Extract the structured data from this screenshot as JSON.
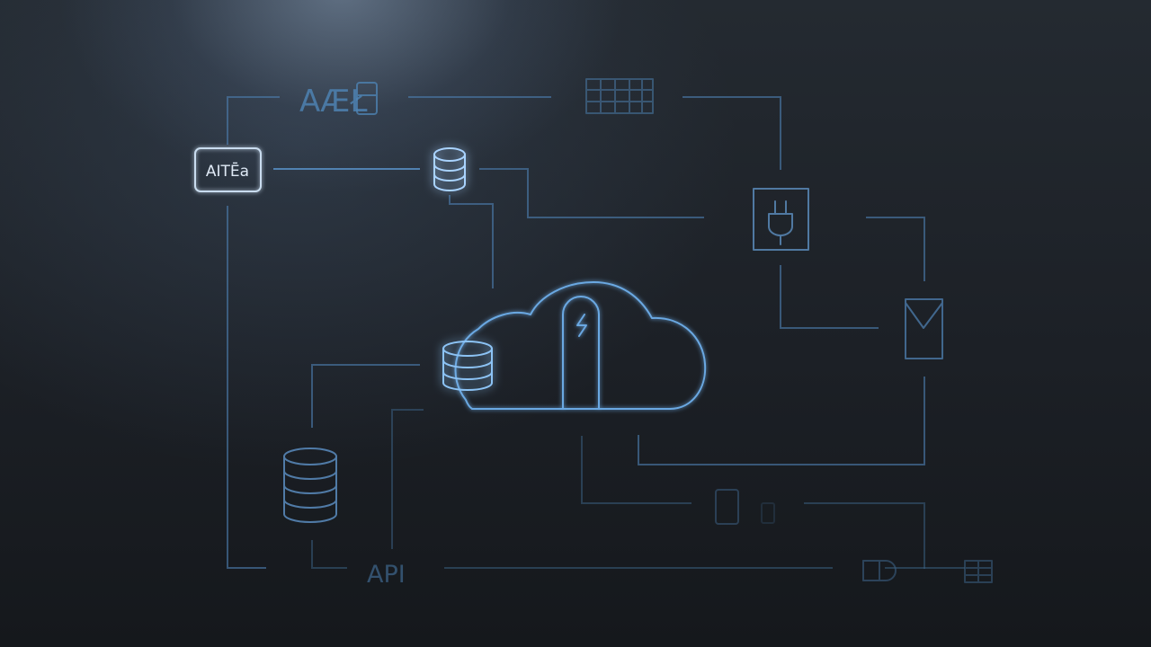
{
  "diagram": {
    "labels": {
      "top_label": "AÆŁ",
      "left_box_label": "AITĒa",
      "bottom_label": "API"
    }
  },
  "colors": {
    "background": "#1c2026",
    "accent": "#6fb3f2",
    "accent_glow": "#3f8fe0",
    "line": "#4d7fb0",
    "dim_line": "#3c6488"
  },
  "icons": [
    "database-icon",
    "cloud-icon",
    "server-rack-icon",
    "plug-icon",
    "mail-icon",
    "phone-icon",
    "connector-icon"
  ]
}
